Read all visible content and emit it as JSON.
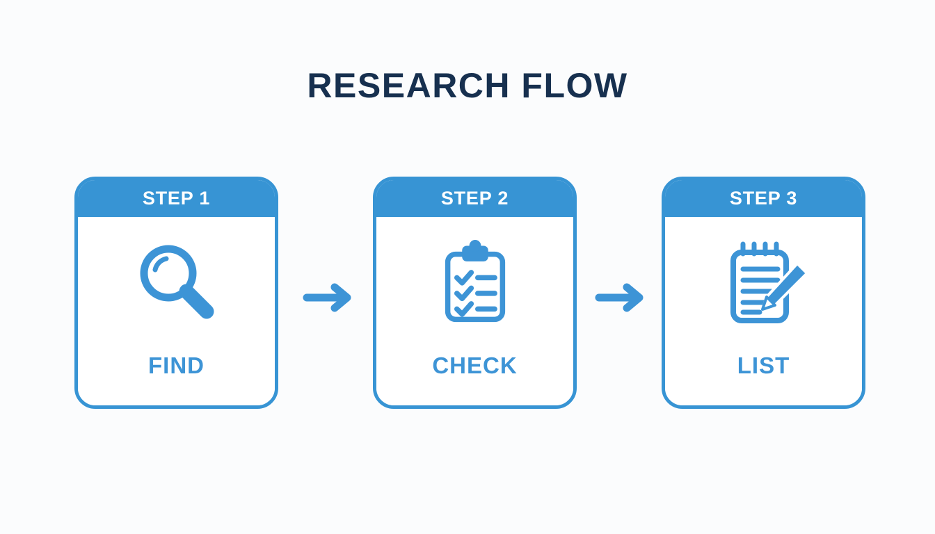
{
  "page": {
    "title": "RESEARCH FLOW",
    "background_color": "#fbfcfd",
    "title_color": "#17304f",
    "accent_color": "#3794d4",
    "label_color": "#3d94d6"
  },
  "steps": [
    {
      "header": "STEP 1",
      "label": "FIND",
      "icon": "magnifying-glass-icon"
    },
    {
      "header": "STEP 2",
      "label": "CHECK",
      "icon": "clipboard-checklist-icon"
    },
    {
      "header": "STEP 3",
      "label": "LIST",
      "icon": "notepad-pencil-icon"
    }
  ],
  "connectors": [
    {
      "icon": "arrow-right-icon"
    },
    {
      "icon": "arrow-right-icon"
    }
  ]
}
